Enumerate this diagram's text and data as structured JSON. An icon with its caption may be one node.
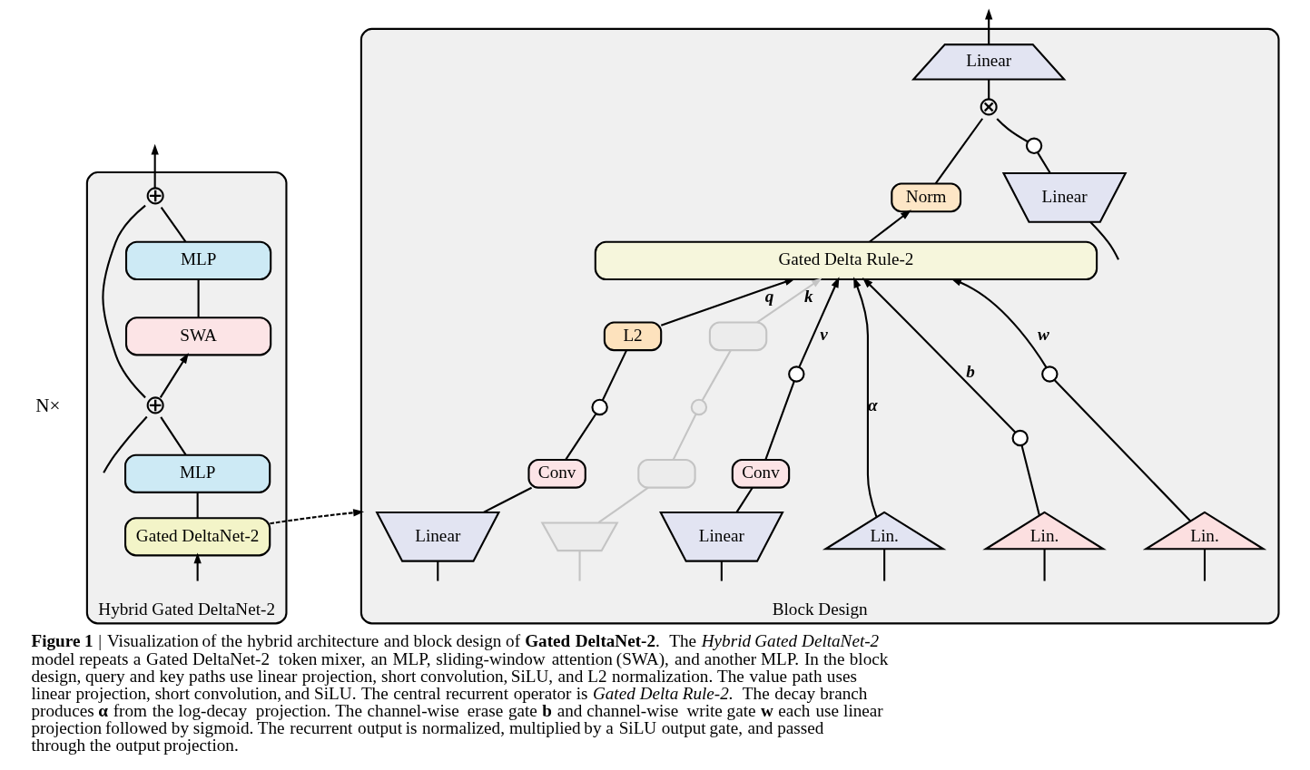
{
  "diagram": {
    "caption": "**Figure 1** | Visualization of the hybrid architecture and block design of **Gated DeltaNet-2**. The *Hybrid Gated DeltaNet-2* model repeats a Gated DeltaNet-2 token mixer, an MLP, sliding-window attention (SWA), and another MLP. In the block design, query and key paths use linear projection, short convolution, SiLU, and L2 normalization. The value path uses linear projection, short convolution, and SiLU. The central recurrent operator is *Gated Delta Rule-2*. The decay branch produces **α** from the log-decay projection. The channel-wise erase gate **b** and channel-wise write gate **w** each use linear projection followed by sigmoid. The recurrent output is normalized, multiplied by a SiLU output gate, and passed through the output projection.",
    "nodes": [
      {
        "text": [
          "Hybrid Gated DeltaNet-2"
        ],
        "beside": [
          "N×"
        ]
      },
      {
        "text": [
          "⊕"
        ],
        "in": 0
      },
      {
        "text": [
          "MLP"
        ],
        "in": 0
      },
      {
        "text": [
          "SWA"
        ],
        "in": 0
      },
      {
        "text": [
          "⊕"
        ],
        "in": 0
      },
      {
        "text": [
          "MLP"
        ],
        "in": 0
      },
      {
        "text": [
          "Gated DeltaNet-2"
        ],
        "in": 0
      },
      {
        "text": [
          "Block Design"
        ]
      },
      {
        "text": [
          "Linear"
        ],
        "in": 7
      },
      {
        "text": [
          "⊗"
        ],
        "in": 7
      },
      {
        "text": [
          "Norm"
        ],
        "in": 7
      },
      {
        "text": [],
        "shape": "circle",
        "in": 7
      },
      {
        "text": [
          "Linear"
        ],
        "in": 7
      },
      {
        "text": [
          "Gated Delta Rule-2"
        ],
        "in": 7
      },
      {
        "text": [
          "L2"
        ],
        "in": 7
      },
      {
        "text": [],
        "shape": "box",
        "in": 7
      },
      {
        "text": [],
        "shape": "circle",
        "in": 7
      },
      {
        "text": [],
        "shape": "circle",
        "in": 7
      },
      {
        "text": [
          "Conv"
        ],
        "in": 7
      },
      {
        "text": [],
        "shape": "box",
        "in": 7
      },
      {
        "text": [
          "Linear"
        ],
        "in": 7
      },
      {
        "text": [],
        "shape": "trapezoid",
        "in": 7
      },
      {
        "text": [],
        "shape": "circle",
        "in": 7
      },
      {
        "text": [
          "Conv"
        ],
        "in": 7
      },
      {
        "text": [
          "Linear"
        ],
        "in": 7
      },
      {
        "text": [
          "Lin."
        ],
        "in": 7
      },
      {
        "text": [],
        "shape": "circle",
        "in": 7
      },
      {
        "text": [
          "Lin."
        ],
        "in": 7
      },
      {
        "text": [],
        "shape": "circle",
        "in": 7
      },
      {
        "text": [
          "Lin."
        ],
        "in": 7
      }
    ],
    "edges": [
      {
        "from": null,
        "to": 6,
        "arrow": "to"
      },
      {
        "from": null,
        "to": 4,
        "arrow": "none"
      },
      {
        "from": 6,
        "to": 5,
        "arrow": "none"
      },
      {
        "from": 5,
        "to": 4,
        "arrow": "none"
      },
      {
        "from": 4,
        "to": 3,
        "arrow": "to"
      },
      {
        "from": 4,
        "to": 1,
        "arrow": "none"
      },
      {
        "from": 3,
        "to": 2,
        "arrow": "none"
      },
      {
        "from": 2,
        "to": 1,
        "arrow": "none"
      },
      {
        "from": 1,
        "to": null,
        "arrow": "to"
      },
      {
        "from": 6,
        "to": 7,
        "arrow": "to",
        "style": "dashed"
      },
      {
        "from": null,
        "to": 20,
        "arrow": "none"
      },
      {
        "from": null,
        "to": 21,
        "arrow": "none",
        "color": "#c4c4c4"
      },
      {
        "from": null,
        "to": 24,
        "arrow": "none"
      },
      {
        "from": null,
        "to": 25,
        "arrow": "none"
      },
      {
        "from": null,
        "to": 27,
        "arrow": "none"
      },
      {
        "from": null,
        "to": 29,
        "arrow": "none"
      },
      {
        "from": null,
        "to": 12,
        "arrow": "none"
      },
      {
        "from": 20,
        "to": 18,
        "arrow": "none"
      },
      {
        "from": 18,
        "to": 16,
        "arrow": "none"
      },
      {
        "from": 16,
        "to": 14,
        "arrow": "none"
      },
      {
        "from": 14,
        "to": 13,
        "arrow": "to",
        "label": "q"
      },
      {
        "from": 21,
        "to": 19,
        "arrow": "none",
        "color": "#c4c4c4"
      },
      {
        "from": 19,
        "to": 17,
        "arrow": "none",
        "color": "#c4c4c4"
      },
      {
        "from": 17,
        "to": 15,
        "arrow": "none",
        "color": "#c4c4c4"
      },
      {
        "from": 15,
        "to": 13,
        "arrow": "to",
        "label": "k",
        "color": "#c4c4c4"
      },
      {
        "from": 24,
        "to": 23,
        "arrow": "none"
      },
      {
        "from": 23,
        "to": 22,
        "arrow": "none"
      },
      {
        "from": 22,
        "to": 13,
        "arrow": "to",
        "label": "v"
      },
      {
        "from": 25,
        "to": 13,
        "arrow": "to",
        "label": "α"
      },
      {
        "from": 27,
        "to": 26,
        "arrow": "none"
      },
      {
        "from": 26,
        "to": 13,
        "arrow": "to",
        "label": "b"
      },
      {
        "from": 29,
        "to": 28,
        "arrow": "none"
      },
      {
        "from": 28,
        "to": 13,
        "arrow": "to",
        "label": "w"
      },
      {
        "from": 13,
        "to": 10,
        "arrow": "to"
      },
      {
        "from": 10,
        "to": 9,
        "arrow": "none"
      },
      {
        "from": 12,
        "to": 11,
        "arrow": "none"
      },
      {
        "from": 11,
        "to": 9,
        "arrow": "none"
      },
      {
        "from": 9,
        "to": 8,
        "arrow": "none"
      },
      {
        "from": 8,
        "to": null,
        "arrow": "to"
      }
    ]
  }
}
